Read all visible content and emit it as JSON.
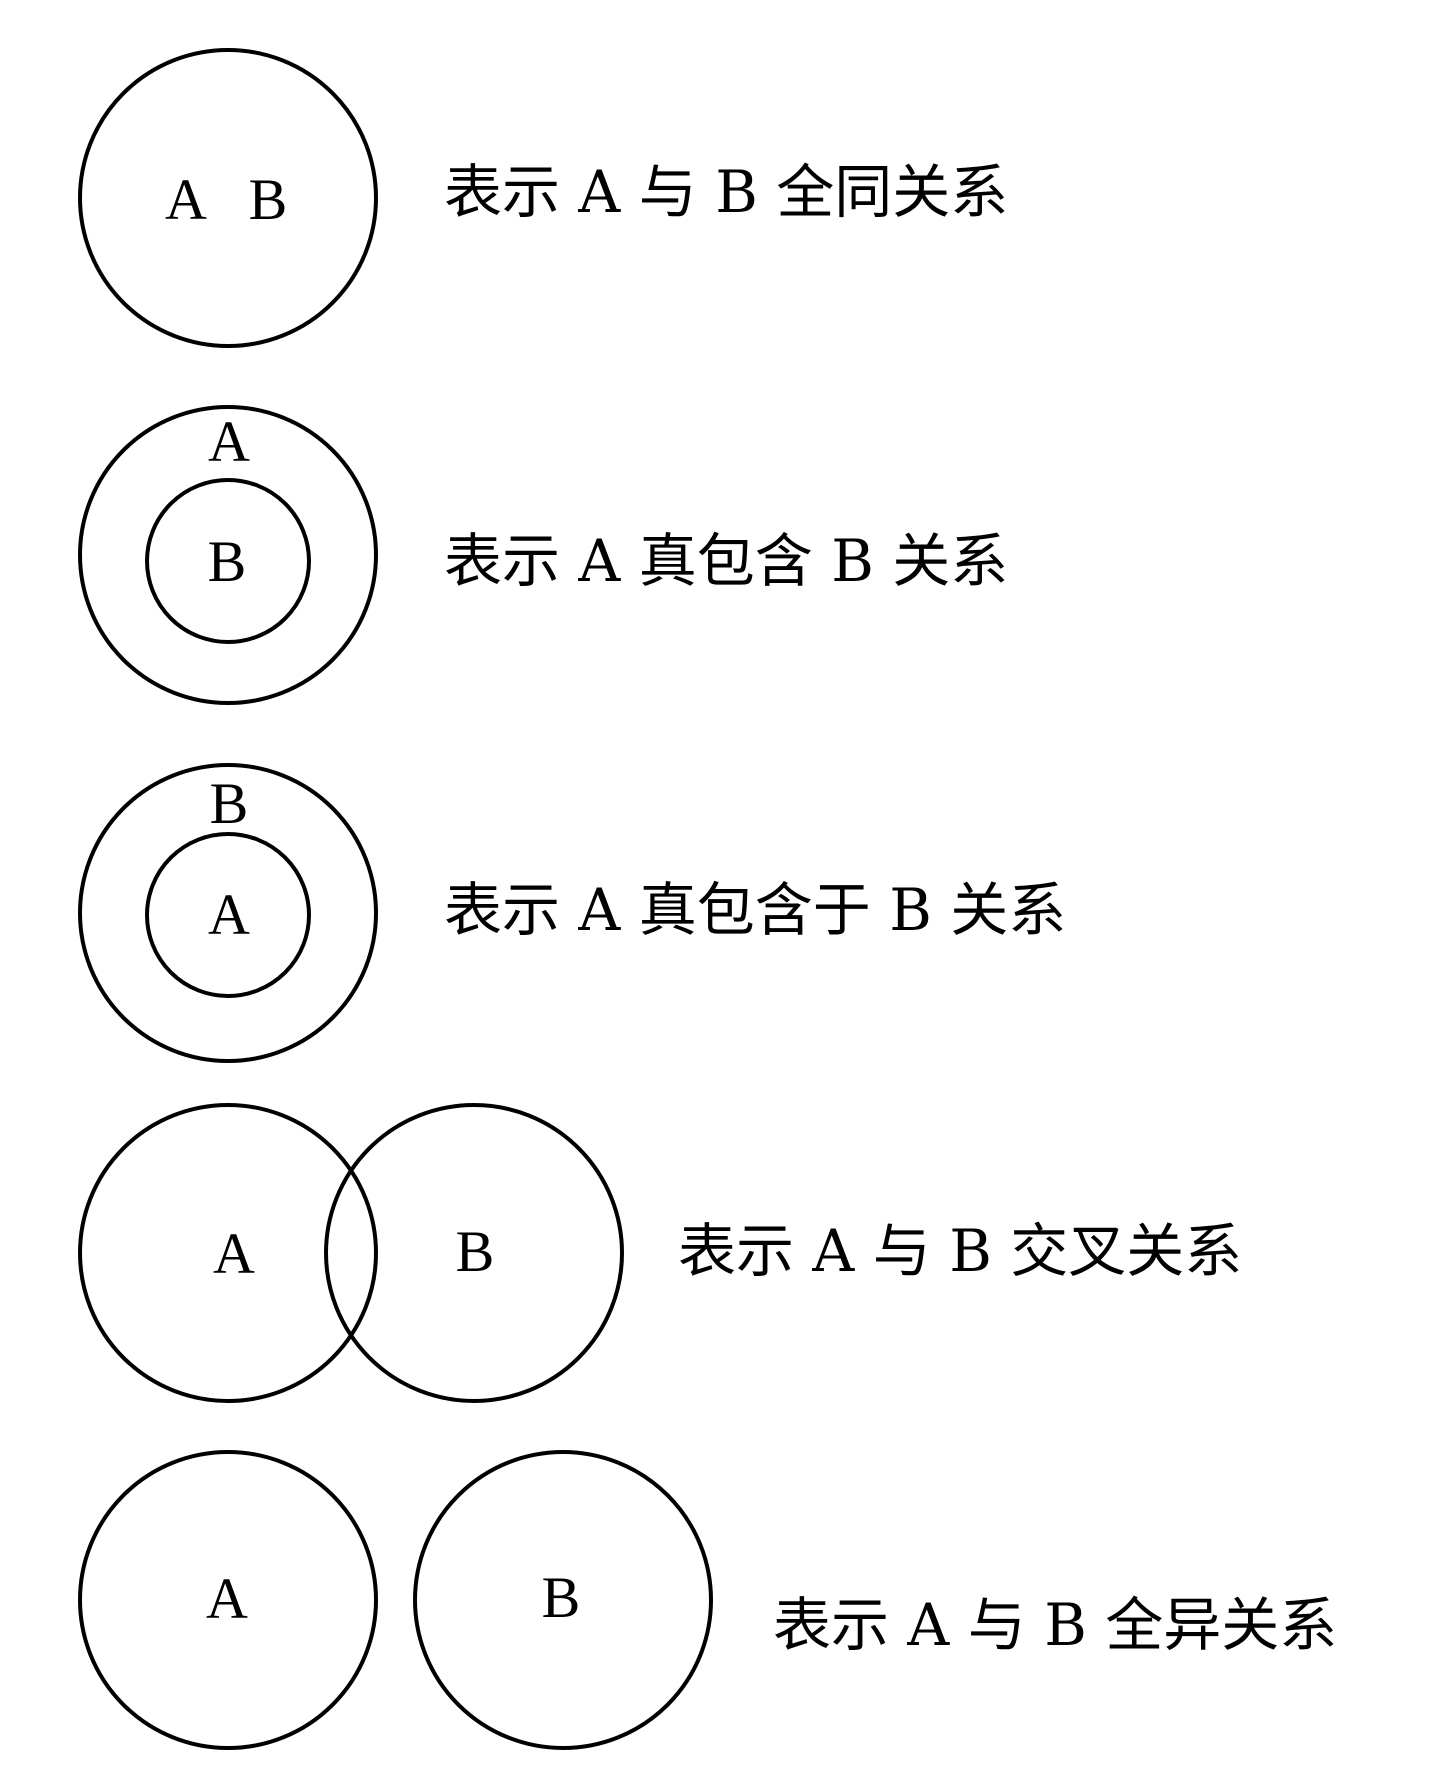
{
  "diagrams": [
    {
      "relation": "identity",
      "labels": [
        "A",
        "B"
      ],
      "caption": "表示 A 与 B 全同关系"
    },
    {
      "relation": "contains",
      "labels": [
        "A",
        "B"
      ],
      "caption": "表示 A 真包含 B 关系"
    },
    {
      "relation": "contained-in",
      "labels": [
        "B",
        "A"
      ],
      "caption": "表示 A 真包含于 B 关系"
    },
    {
      "relation": "intersection",
      "labels": [
        "A",
        "B"
      ],
      "caption": "表示 A 与 B 交叉关系"
    },
    {
      "relation": "disjoint",
      "labels": [
        "A",
        "B"
      ],
      "caption": "表示 A 与 B 全异关系"
    }
  ]
}
